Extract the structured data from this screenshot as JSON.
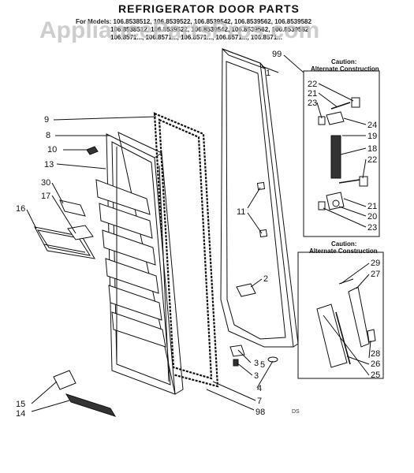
{
  "title": "REFRIGERATOR DOOR PARTS",
  "models_label": "For Models:",
  "model_rows": [
    "For Models: 106.8538512, 106.8539522, 106.8539542, 106.8539562, 106.8539582",
    "106.8538512, 106.8539522, 106.8539542, 106.8539562, 106.8539582",
    "106.8571..., 106.8571..., 106.8571..., 106.8571..., 106.8571..."
  ],
  "watermark": "AppliancePartsPros.com",
  "caution_top": {
    "title": "Caution:",
    "subtitle": "Alternate Construction"
  },
  "caution_bottom": {
    "title": "Caution:",
    "subtitle": "Alternate Construction"
  },
  "callouts": {
    "c1": "1",
    "c2": "2",
    "c3": "3",
    "c4": "4",
    "c5": "5",
    "c7": "7",
    "c8": "8",
    "c9": "9",
    "c10": "10",
    "c11": "11",
    "c13": "13",
    "c14": "14",
    "c15": "15",
    "c16": "16",
    "c17": "17",
    "c30": "30",
    "c98": "98",
    "c99": "99",
    "c18": "18",
    "c19": "19",
    "c20": "20",
    "c21a": "21",
    "c21b": "21",
    "c22a": "22",
    "c22b": "22",
    "c23a": "23",
    "c23b": "23",
    "c24": "24",
    "c25": "25",
    "c26": "26",
    "c27": "27",
    "c28": "28",
    "c29": "29"
  },
  "corner_mark": "DS"
}
